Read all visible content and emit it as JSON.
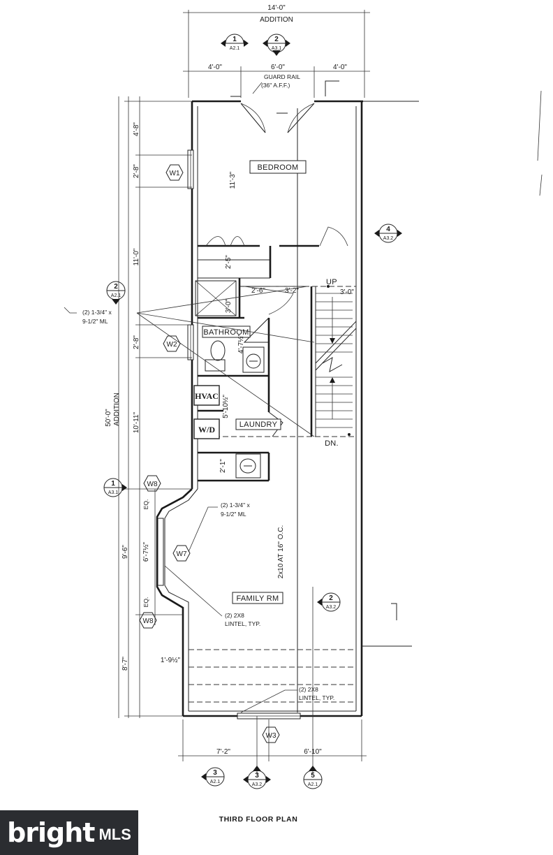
{
  "plan_title": "THIRD FLOOR PLAN",
  "top_dims": {
    "overall": "14'-0\"",
    "addition": "ADDITION",
    "left": "4'-0\"",
    "center": "6'-0\"",
    "right": "4'-0\""
  },
  "left_dims": {
    "d1": "4'-8\"",
    "d2": "2'-8\"",
    "d3": "11'-0\"",
    "d4": "2'-8\"",
    "d5": "10'-11\"",
    "d6": "9'-6\"",
    "d7": "6'-7½\"",
    "d8": "8'-7\"",
    "d9": "1'-9½\"",
    "eq1": "EQ.",
    "eq2": "EQ.",
    "overall": "50'-0\"",
    "overall_label": "ADDITION"
  },
  "interior_dims": {
    "bedroom_depth": "11'-3\"",
    "closet": "2'-5\"",
    "shower": "3'-0\"",
    "d_2_6": "2'-6\"",
    "d_3_2": "3'-2\"",
    "d_3_0": "3'-0\"",
    "bath": "4'-7½\"",
    "laundry": "5'-10½\"",
    "sink": "2'-1\"",
    "joists": "2x10 AT 16\" O.C."
  },
  "bottom_dims": {
    "left": "7'-2\"",
    "right": "6'-10\""
  },
  "rooms": {
    "bedroom": "BEDROOM",
    "bathroom": "BATHROOM",
    "laundry": "LAUNDRY",
    "family": "FAMILY RM",
    "hvac": "HVAC",
    "wd": "W/D",
    "up": "UP",
    "dn": "DN."
  },
  "notes": {
    "guard_rail_1": "GUARD RAIL",
    "guard_rail_2": "(36\" A.F.F.)",
    "beam_a1": "(2) 1-3/4\" x",
    "beam_a2": "9-1/2\" ML",
    "beam_b1": "(2) 1-3/4\" x",
    "beam_b2": "9-1/2\" ML",
    "lintel_a1": "(2) 2X8",
    "lintel_a2": "LINTEL, TYP.",
    "lintel_b1": "(2) 2X8",
    "lintel_b2": "LINTEL, TYP."
  },
  "windows": {
    "w1": "W1",
    "w2": "W2",
    "w3": "W3",
    "w7": "W7",
    "w8a": "W8",
    "w8b": "W8"
  },
  "section_tags": {
    "t_top1": {
      "num": "1",
      "ref": "A2.1"
    },
    "t_top2": {
      "num": "2",
      "ref": "A3.1"
    },
    "t_right4": {
      "num": "4",
      "ref": "A3.2"
    },
    "t_left2": {
      "num": "2",
      "ref": "A2.1"
    },
    "t_left1": {
      "num": "1",
      "ref": "A3.1"
    },
    "t_right2": {
      "num": "2",
      "ref": "A3.2"
    },
    "t_bot3a": {
      "num": "3",
      "ref": "A2.1"
    },
    "t_bot3b": {
      "num": "3",
      "ref": "A3.2"
    },
    "t_bot5": {
      "num": "5",
      "ref": "A2.1"
    }
  },
  "watermark": {
    "brand": "bright",
    "suffix": "MLS"
  }
}
